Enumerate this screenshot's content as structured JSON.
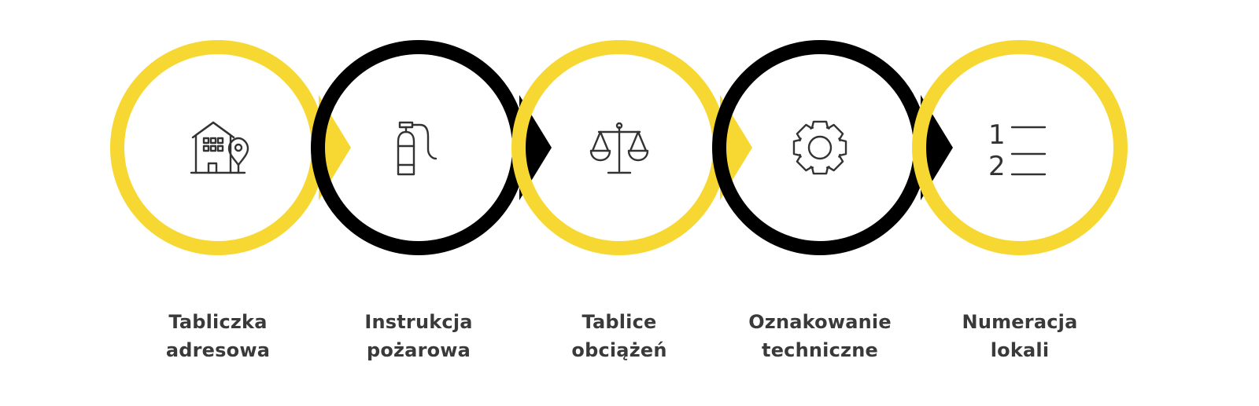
{
  "colors": {
    "yellow": "#F7D832",
    "black": "#000000",
    "label_text": "#3a3a3a",
    "icon": "#333333"
  },
  "steps": [
    {
      "icon": "building-pin-icon",
      "ring_color": "yellow",
      "line1": "Tabliczka",
      "line2": "adresowa"
    },
    {
      "icon": "fire-extinguisher-icon",
      "ring_color": "black",
      "line1": "Instrukcja",
      "line2": "pożarowa"
    },
    {
      "icon": "scales-icon",
      "ring_color": "yellow",
      "line1": "Tablice",
      "line2": "obciążeń"
    },
    {
      "icon": "gear-icon",
      "ring_color": "black",
      "line1": "Oznakowanie",
      "line2": "techniczne"
    },
    {
      "icon": "numbered-list-icon",
      "ring_color": "yellow",
      "line1": "Numeracja",
      "line2": "lokali"
    }
  ],
  "numbered_list": {
    "n1": "1",
    "n2": "2"
  }
}
